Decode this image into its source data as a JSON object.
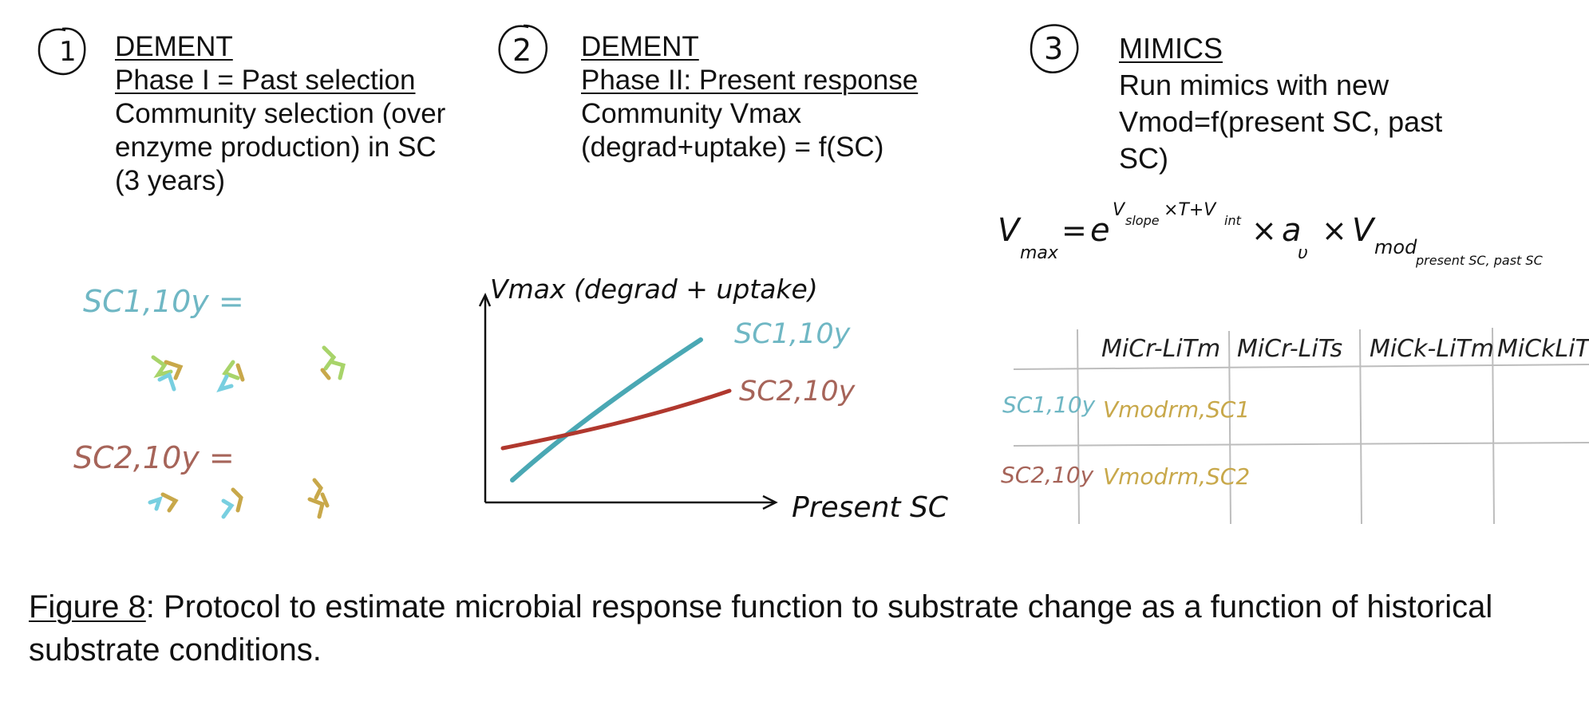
{
  "colors": {
    "ink": "#111111",
    "teal": "#4aa8b4",
    "red": "#b0382e",
    "sc1_text": "#6fb7c4",
    "sc2_text": "#a66459",
    "gold": "#c8a84a",
    "green": "#a8d46a",
    "cyan": "#78cfe0",
    "grid": "#bdbdbd"
  },
  "panel1": {
    "number": "1",
    "title": "DEMENT",
    "subtitle": "Phase I = Past selection",
    "body": [
      "Community selection (over",
      "enzyme production) in SC",
      "(3 years)"
    ],
    "sc1_label": "SC1,10y =",
    "sc2_label": "SC2,10y ="
  },
  "panel2": {
    "number": "2",
    "title": "DEMENT",
    "subtitle": "Phase II: Present response",
    "body": [
      "Community Vmax",
      "(degrad+uptake) = f(SC)"
    ],
    "y_label": "Vmax (degrad + uptake)",
    "x_label": "Present SC",
    "line1_label": "SC1,10y",
    "line2_label": "SC2,10y"
  },
  "panel3": {
    "number": "3",
    "title": "MIMICS",
    "body": [
      "Run mimics with new",
      "Vmod=f(present SC, past",
      "SC)"
    ],
    "table": {
      "columns": [
        "MiCr-LiTm",
        "MiCr-LiTs",
        "MiCk-LiTm",
        "MiCkLiT"
      ],
      "rows": [
        {
          "label": "SC1,10y",
          "cell": "Vmodrm,SC1"
        },
        {
          "label": "SC2,10y",
          "cell": "Vmodrm,SC2"
        }
      ]
    }
  },
  "caption": {
    "label": "Figure 8",
    "text": ": Protocol to estimate microbial response function to substrate change as a function of historical",
    "text2": "substrate conditions."
  }
}
